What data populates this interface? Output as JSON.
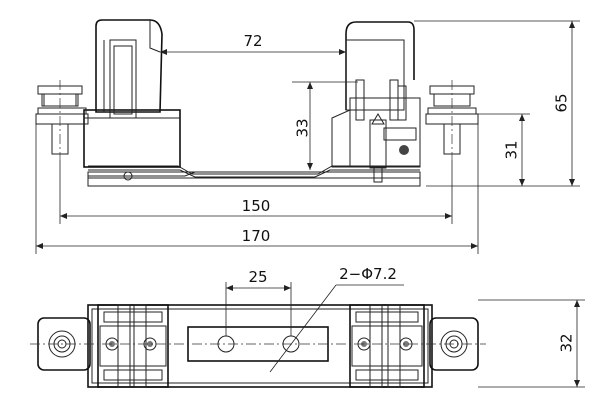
{
  "dimensions": {
    "dim_72": "72",
    "dim_33": "33",
    "dim_65": "65",
    "dim_31": "31",
    "dim_150": "150",
    "dim_170": "170",
    "dim_25": "25",
    "hole_callout": "2−Φ7.2",
    "dim_32": "32"
  },
  "colors": {
    "line": "#222222",
    "fill_light": "#f0f0ee",
    "fill_dark": "#7a7a7a"
  }
}
